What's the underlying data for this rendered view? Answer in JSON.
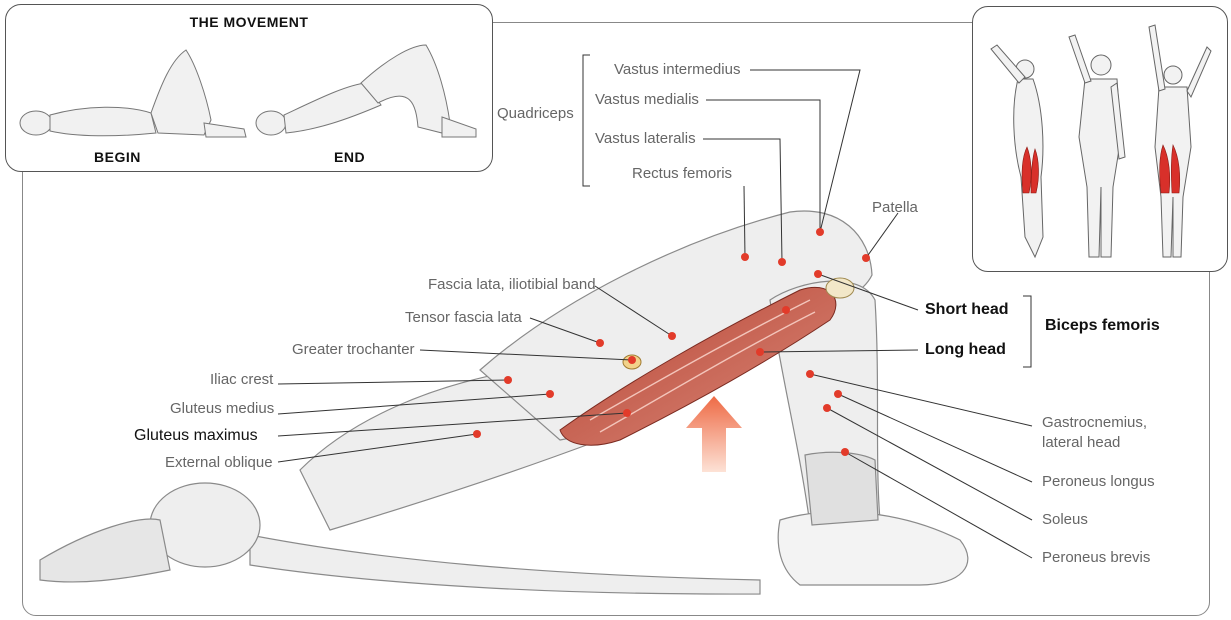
{
  "movement": {
    "title": "THE MOVEMENT",
    "begin_label": "BEGIN",
    "end_label": "END"
  },
  "labels": {
    "quadriceps": "Quadriceps",
    "vastus_intermedius": "Vastus intermedius",
    "vastus_medialis": "Vastus medialis",
    "vastus_lateralis": "Vastus lateralis",
    "rectus_femoris": "Rectus femoris",
    "patella": "Patella",
    "fascia_lata": "Fascia lata, iliotibial band",
    "tensor_fascia_lata": "Tensor fascia lata",
    "greater_trochanter": "Greater trochanter",
    "iliac_crest": "Iliac crest",
    "gluteus_medius": "Gluteus medius",
    "gluteus_maximus": "Gluteus maximus",
    "external_oblique": "External oblique",
    "short_head": "Short head",
    "long_head": "Long head",
    "biceps_femoris": "Biceps femoris",
    "gastrocnemius": "Gastrocnemius,",
    "gastrocnemius_line2": "lateral head",
    "peroneus_longus": "Peroneus longus",
    "soleus": "Soleus",
    "peroneus_brevis": "Peroneus brevis"
  },
  "colors": {
    "marker": "#e23b2a",
    "highlight_muscle": "#d8302a",
    "arrow": "#f07a55"
  }
}
